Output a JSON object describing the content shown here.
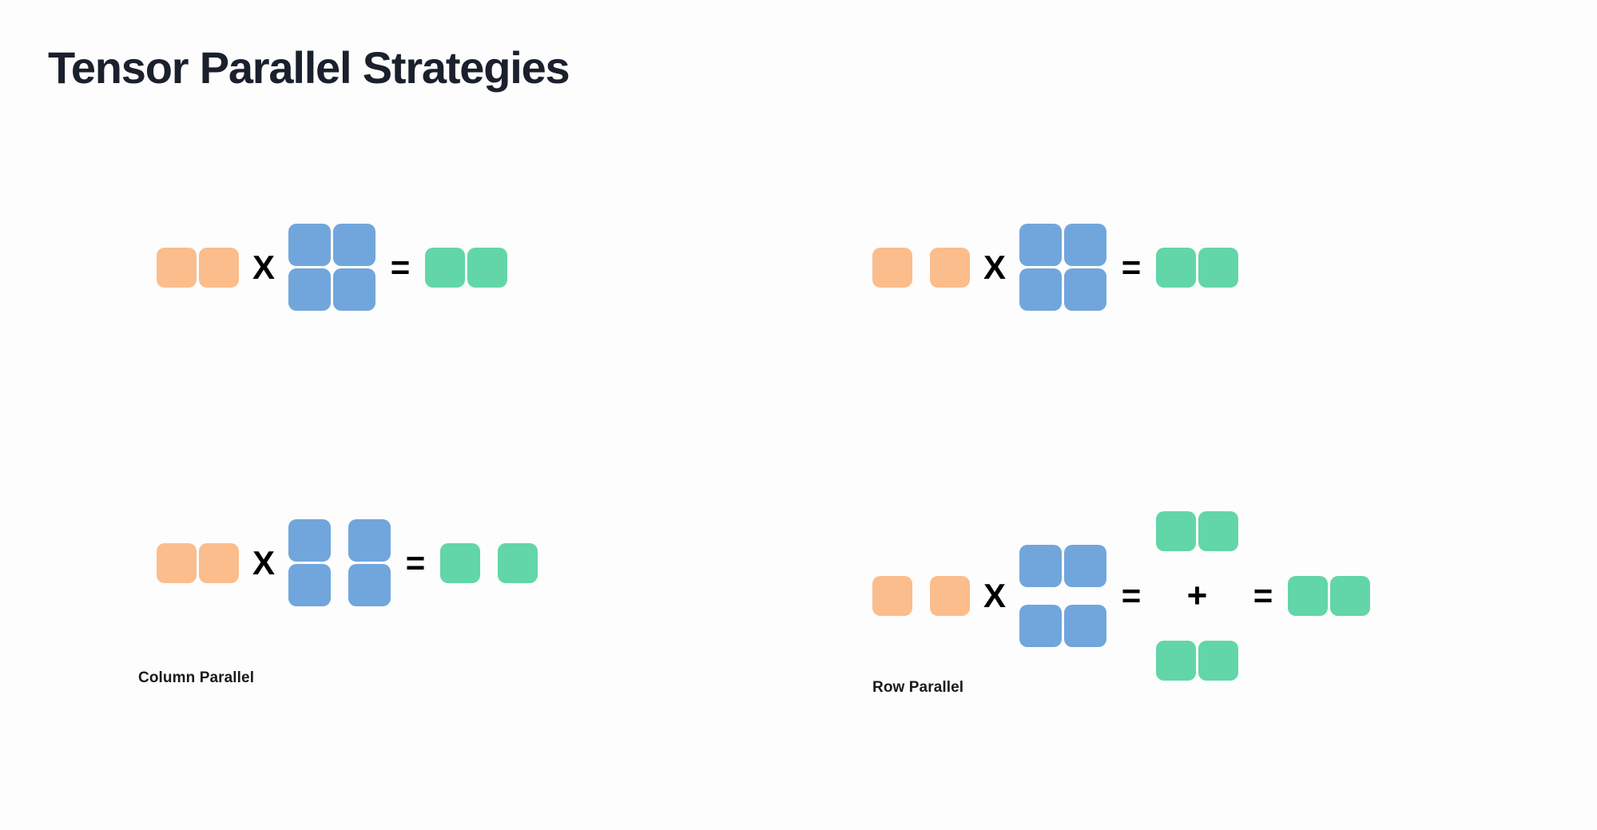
{
  "slide": {
    "title": "Tensor Parallel Strategies",
    "background_color": "#fdfdfd"
  },
  "palette": {
    "input_orange": "#fbbd8c",
    "weight_blue": "#71a6dc",
    "output_green": "#62d6a8",
    "title_color": "#1a202c",
    "operator_color": "#000000"
  },
  "operators": {
    "multiply": "X",
    "equals": "=",
    "plus": "+"
  },
  "sections": [
    {
      "id": "column-parallel",
      "label": "Column Parallel",
      "rows": [
        {
          "id": "col-top",
          "description": "unsharded matmul",
          "input": {
            "color": "orange",
            "rows": 1,
            "cols": 2,
            "split": "none"
          },
          "weight": {
            "color": "blue",
            "rows": 2,
            "cols": 2,
            "split": "none"
          },
          "output": {
            "color": "green",
            "rows": 1,
            "cols": 2,
            "split": "none"
          }
        },
        {
          "id": "col-bot",
          "description": "weight sharded by columns",
          "input": {
            "color": "orange",
            "rows": 1,
            "cols": 2,
            "split": "none"
          },
          "weight": {
            "color": "blue",
            "rows": 2,
            "cols": 2,
            "split": "columns"
          },
          "output": {
            "color": "green",
            "rows": 1,
            "cols": 2,
            "split": "columns"
          }
        }
      ]
    },
    {
      "id": "row-parallel",
      "label": "Row Parallel",
      "rows": [
        {
          "id": "row-top",
          "description": "unsharded matmul",
          "input": {
            "color": "orange",
            "rows": 1,
            "cols": 2,
            "split": "columns"
          },
          "weight": {
            "color": "blue",
            "rows": 2,
            "cols": 2,
            "split": "none"
          },
          "output": {
            "color": "green",
            "rows": 1,
            "cols": 2,
            "split": "none"
          }
        },
        {
          "id": "row-bot",
          "description": "weight sharded by rows, partial sums added",
          "input": {
            "color": "orange",
            "rows": 1,
            "cols": 2,
            "split": "columns"
          },
          "weight": {
            "color": "blue",
            "rows": 2,
            "cols": 2,
            "split": "rows"
          },
          "partials": [
            {
              "color": "green",
              "rows": 1,
              "cols": 2
            },
            {
              "color": "green",
              "rows": 1,
              "cols": 2
            }
          ],
          "output": {
            "color": "green",
            "rows": 1,
            "cols": 2,
            "split": "none"
          }
        }
      ]
    }
  ]
}
